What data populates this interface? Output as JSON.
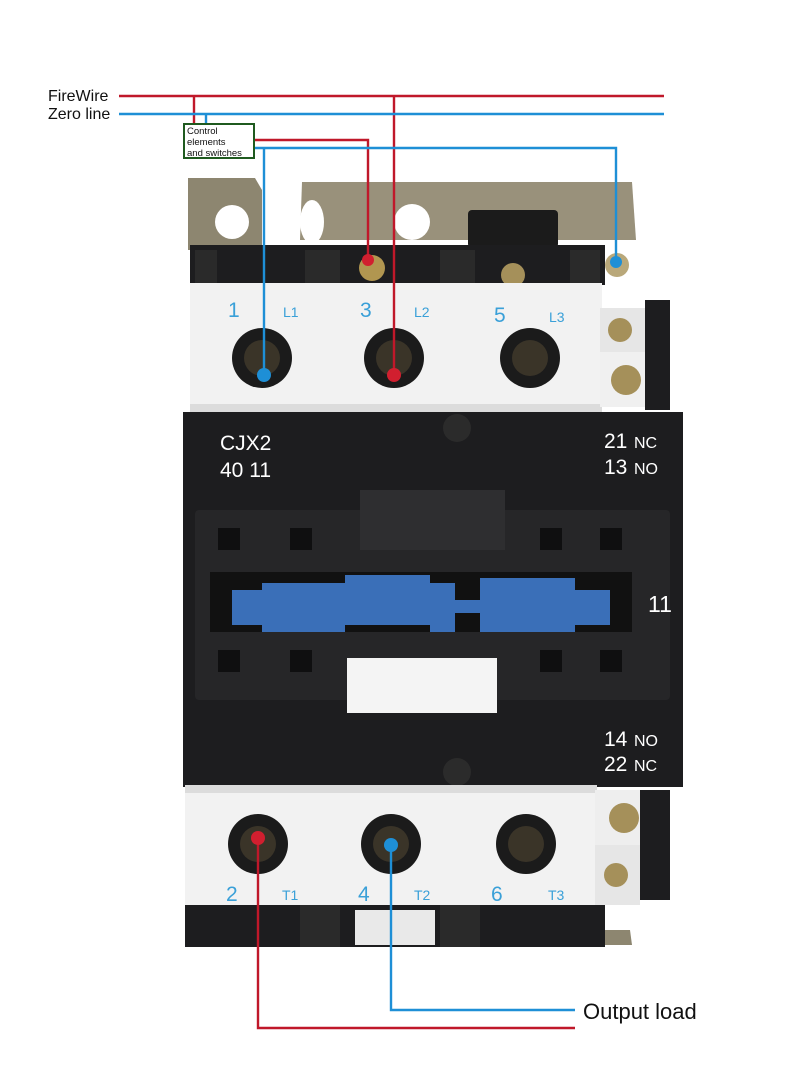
{
  "wiring_labels": {
    "fire_wire": "FireWire",
    "zero_line": "Zero line",
    "control_box": [
      "Control",
      "elements",
      "and switches"
    ],
    "output_load": "Output load"
  },
  "device": {
    "model_line1": "CJX2",
    "model_line2": "40 11",
    "aux_top": [
      {
        "num": "21",
        "type": "NC"
      },
      {
        "num": "13",
        "type": "NO"
      }
    ],
    "aux_bottom": [
      {
        "num": "14",
        "type": "NO"
      },
      {
        "num": "22",
        "type": "NC"
      }
    ],
    "side_code": "11",
    "line_terminals": [
      {
        "num": "1",
        "tag": "L1"
      },
      {
        "num": "3",
        "tag": "L2"
      },
      {
        "num": "5",
        "tag": "L3"
      }
    ],
    "load_terminals": [
      {
        "num": "2",
        "tag": "T1"
      },
      {
        "num": "4",
        "tag": "T2"
      },
      {
        "num": "6",
        "tag": "T3"
      }
    ]
  },
  "colors": {
    "fire_wire": "#c0182a",
    "zero_line": "#1e8fd6",
    "control_box_border": "#1f5a1f",
    "body_dark": "#1d1d1f",
    "terminal_block": "#f2f2f2",
    "slider_blue": "#3a6fb8",
    "bracket_metal": "#8d8670"
  }
}
